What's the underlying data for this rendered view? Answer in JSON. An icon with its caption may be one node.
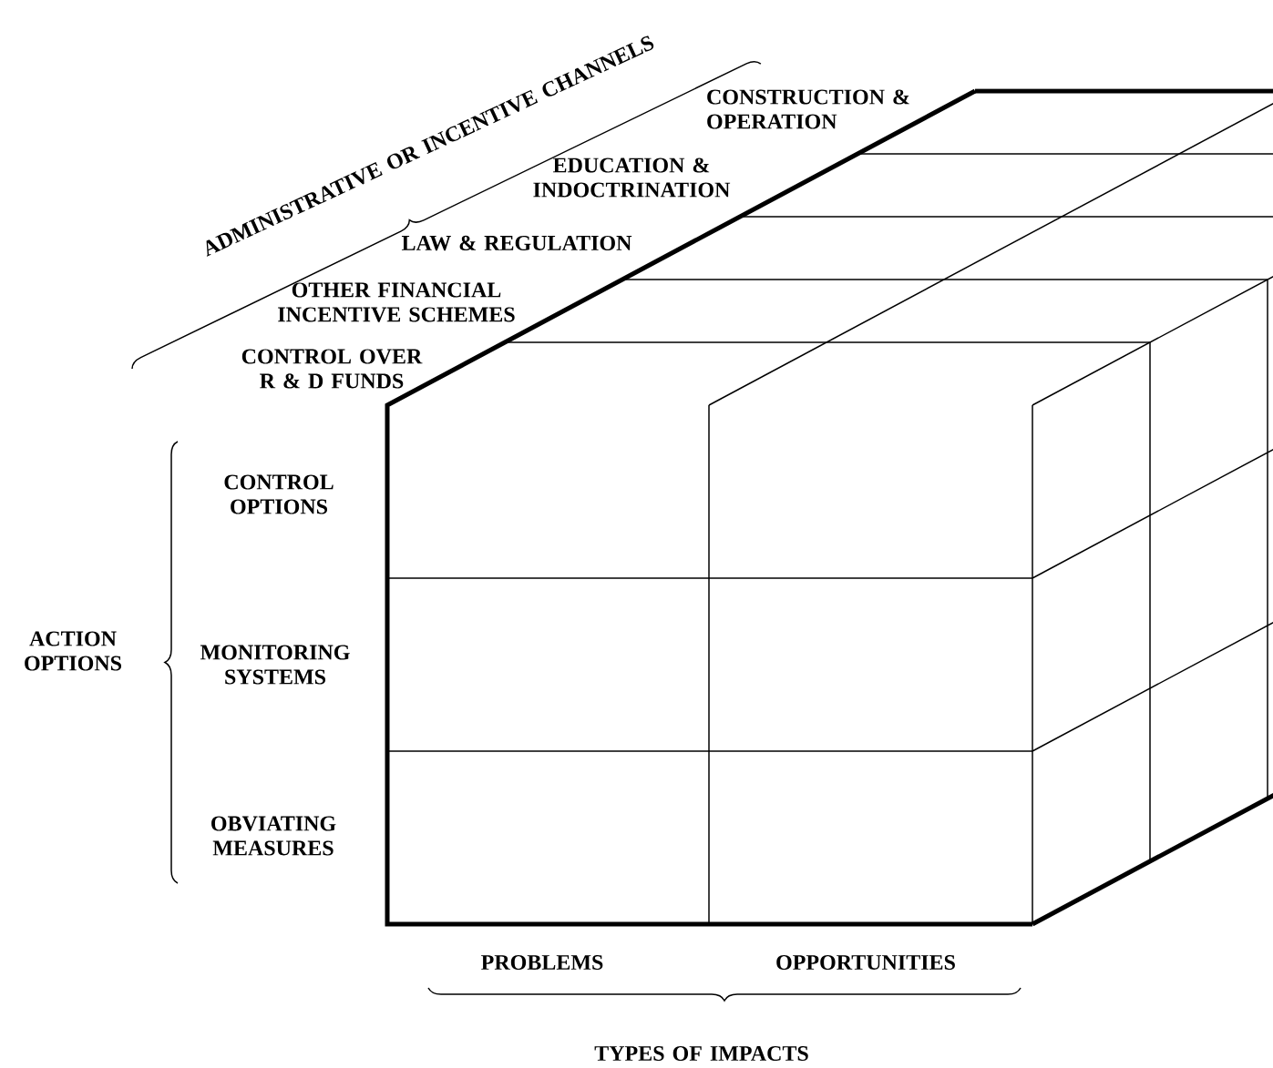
{
  "diagram": {
    "labels": [
      "ADMINISTRATIVE OR INCENTIVE CHANNELS",
      "CONSTRUCTION & OPERATION",
      "EDUCATION & INDOCTRINATION",
      "LAW & REGULATION",
      "OTHER FINANCIAL INCENTIVE SCHEMES",
      "CONTROL OVER R & D FUNDS",
      "CONTROL OPTIONS",
      "ACTION OPTIONS",
      "MONITORING SYSTEMS",
      "OBVIATING MEASURES",
      "PROBLEMS",
      "OPPORTUNITIES",
      "TYPES OF IMPACTS"
    ]
  }
}
